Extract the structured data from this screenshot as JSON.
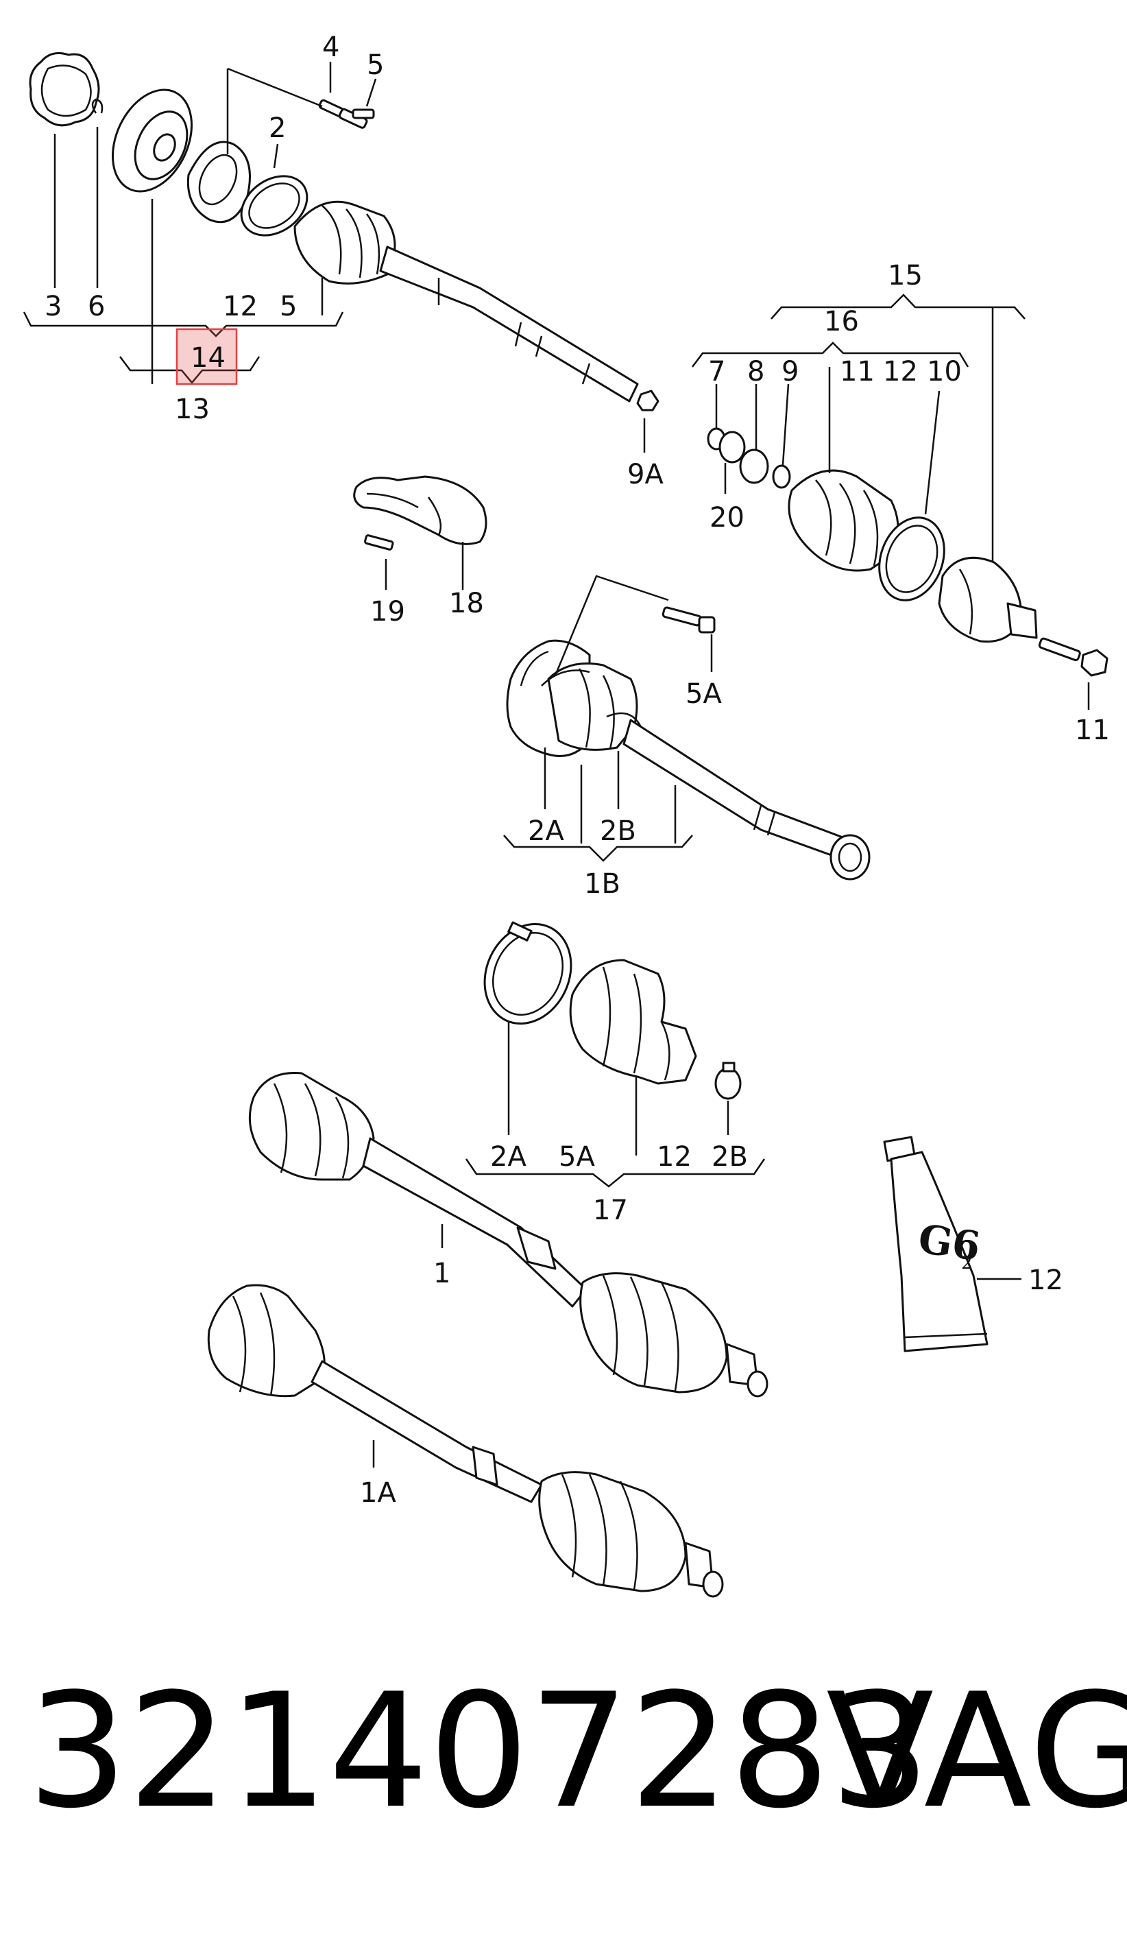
{
  "callouts": {
    "c3": "3",
    "c6": "6",
    "c12a": "12",
    "c5a": "5",
    "c14": "14",
    "c13": "13",
    "c4": "4",
    "c5b": "5",
    "c2": "2",
    "c9a": "9A",
    "c15": "15",
    "c16": "16",
    "c7": "7",
    "c8": "8",
    "c9": "9",
    "c11a": "11",
    "c12b": "12",
    "c10": "10",
    "c20": "20",
    "c11b": "11",
    "c19": "19",
    "c18": "18",
    "c5a2": "5A",
    "c2a1": "2A",
    "c2b1": "2B",
    "c1b": "1B",
    "c2a2": "2A",
    "c5a3": "5A",
    "c12c": "12",
    "c2b2": "2B",
    "c17": "17",
    "c12d": "12",
    "c1": "1",
    "c1a": "1A"
  },
  "tube_label": "G6",
  "tube_label_sub": "2",
  "highlight_color": "#e34040",
  "footer": {
    "part_number": "321407283",
    "brand": "VAG"
  }
}
